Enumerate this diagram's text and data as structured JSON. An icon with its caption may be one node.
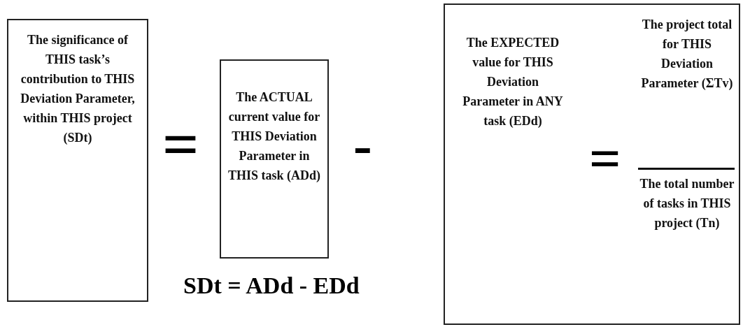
{
  "diagram": {
    "nodes": [
      {
        "text": [
          "The significance of THIS task’s contribution to THIS Deviation Parameter, within THIS project (SDt)"
        ]
      },
      {
        "text": [
          "The ACTUAL current value for THIS Deviation Parameter in THIS task (ADd)"
        ]
      },
      {
        "text": [
          "The EXPECTED value for THIS Deviation Parameter in ANY task (EDd)",
          "The project total for THIS Deviation Parameter (ΣTv)",
          "The total number of tasks in THIS project (Tn)"
        ]
      }
    ],
    "labels": [
      "=",
      "-",
      "=",
      "SDt = ADd - EDd"
    ]
  }
}
